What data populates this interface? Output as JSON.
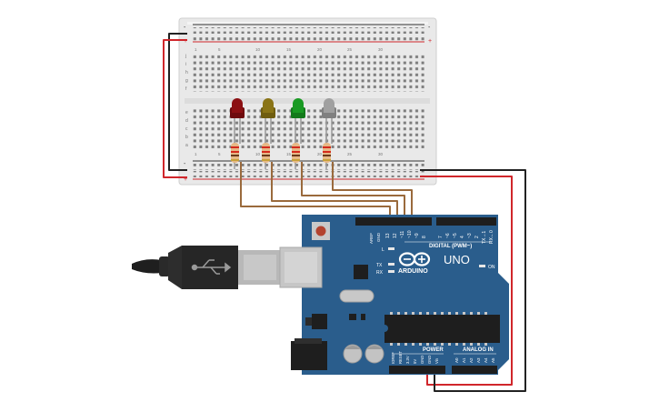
{
  "breadboard": {
    "plus_sign": "+",
    "minus_sign": "-",
    "row_letters_top": [
      "j",
      "i",
      "h",
      "g",
      "f"
    ],
    "row_letters_bottom": [
      "e",
      "d",
      "c",
      "b",
      "a"
    ],
    "column_numbers": [
      "1",
      "5",
      "10",
      "15",
      "20",
      "25",
      "30"
    ]
  },
  "leds": [
    {
      "name": "red-led",
      "color": "#8b0f12"
    },
    {
      "name": "yellow-led",
      "color": "#8a7416"
    },
    {
      "name": "green-led",
      "color": "#199a23"
    },
    {
      "name": "white-led",
      "color": "#a0a0a0"
    }
  ],
  "colors": {
    "board_blue": "#2a5d8c",
    "wire_brown": "#9a6a3c",
    "wire_red": "#d0262b",
    "wire_black": "#222222",
    "breadboard_bg": "#e9e9e9"
  },
  "arduino": {
    "brand": "ARDUINO",
    "model": "UNO",
    "digital_label": "DIGITAL (PWM~)",
    "power_label": "POWER",
    "analog_label": "ANALOG IN",
    "on_label": "ON",
    "led_l": "L",
    "led_tx": "TX",
    "led_rx": "RX",
    "aref": "AREF",
    "gnd": "GND",
    "digital_pins": [
      "13",
      "12",
      "~11",
      "~10",
      "~9",
      "8",
      "7",
      "~6",
      "~5",
      "4",
      "~3",
      "2",
      "TX→1",
      "RX←0"
    ],
    "power_pins": [
      "IOREF",
      "RESET",
      "3.3V",
      "5V",
      "GND",
      "GND",
      "Vin"
    ],
    "analog_pins": [
      "A0",
      "A1",
      "A2",
      "A3",
      "A4",
      "A5"
    ]
  }
}
